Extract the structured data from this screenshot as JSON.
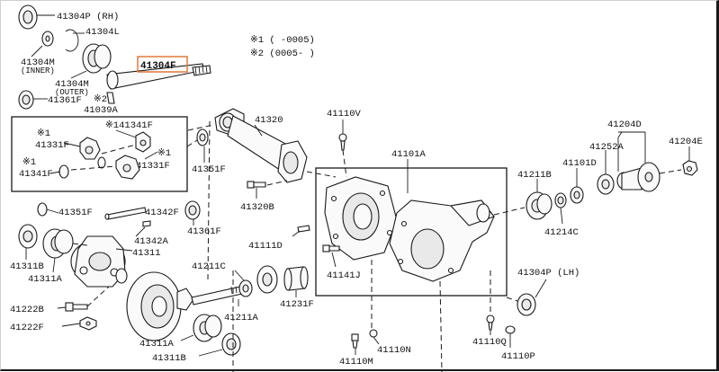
{
  "legend": {
    "note1": "※1 (      -0005)",
    "note2": "※2 (0005-      )"
  },
  "highlight_color": "#e07b39",
  "labels": {
    "p41304P_RH": "41304P (RH)",
    "p41304L": "41304L",
    "p41304M_inner": "41304M",
    "p41304M_inner_sub": "(INNER)",
    "p41304M_outer": "41304M",
    "p41304M_outer_sub": "(OUTER)",
    "p41304F": "41304F",
    "p41361F_top": "41361F",
    "p41039A": "41039A",
    "star2": "※2",
    "star1_141341F": "※141341F",
    "star1_a": "※1",
    "p41331F_a": "41331F",
    "star1_b": "※1",
    "p41331F_b": "41331F",
    "star1_c": "※1",
    "p41341F_left": "41341F",
    "p41351F_right": "41351F",
    "p41351F_left": "41351F",
    "p41342F": "41342F",
    "p41361F_mid": "41361F",
    "p41342A": "41342A",
    "p41311": "41311",
    "p41311B_left": "41311B",
    "p41311A_left": "41311A",
    "p41222B": "41222B",
    "p41222F": "41222F",
    "p41320": "41320",
    "p41320B": "41320B",
    "p41111D": "41111D",
    "p41211C": "41211C",
    "p41231F": "41231F",
    "p41211A": "41211A",
    "p41311A_bot": "41311A",
    "p41311B_bot": "41311B",
    "p41110V": "41110V",
    "p41101A": "41101A",
    "p41141J": "41141J",
    "p41110M": "41110M",
    "p41110N": "41110N",
    "p41211B": "41211B",
    "p41101D": "41101D",
    "p41252A": "41252A",
    "p41204D": "41204D",
    "p41204E": "41204E",
    "p41214C": "41214C",
    "p41304P_LH": "41304P (LH)",
    "p41110Q": "41110Q",
    "p41110P": "41110P"
  }
}
